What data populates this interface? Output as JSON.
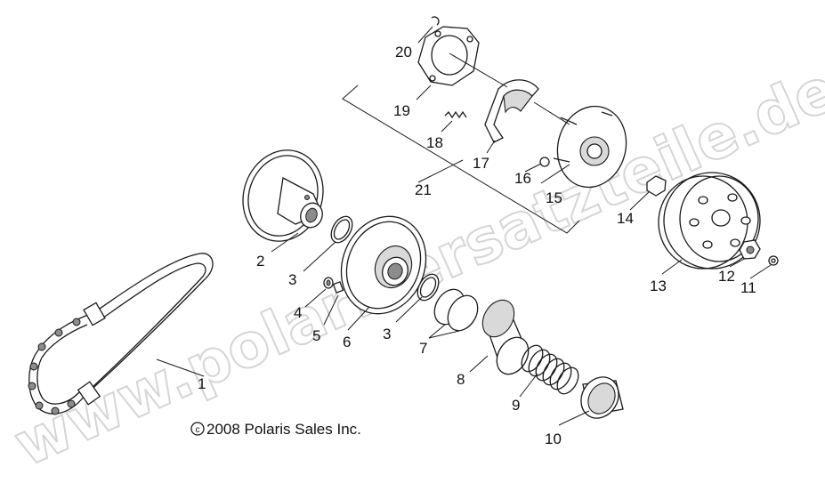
{
  "callouts": {
    "c1": "1",
    "c2": "2",
    "c3a": "3",
    "c3b": "3",
    "c4": "4",
    "c5": "5",
    "c6": "6",
    "c7": "7",
    "c8": "8",
    "c9": "9",
    "c10": "10",
    "c11": "11",
    "c12": "12",
    "c13": "13",
    "c14": "14",
    "c15": "15",
    "c16": "16",
    "c17": "17",
    "c18": "18",
    "c19": "19",
    "c20": "20",
    "c21": "21"
  },
  "copyright": "2008 Polaris Sales Inc.",
  "copyright_symbol": "c",
  "watermark": "www.polarisersatzteile.de"
}
